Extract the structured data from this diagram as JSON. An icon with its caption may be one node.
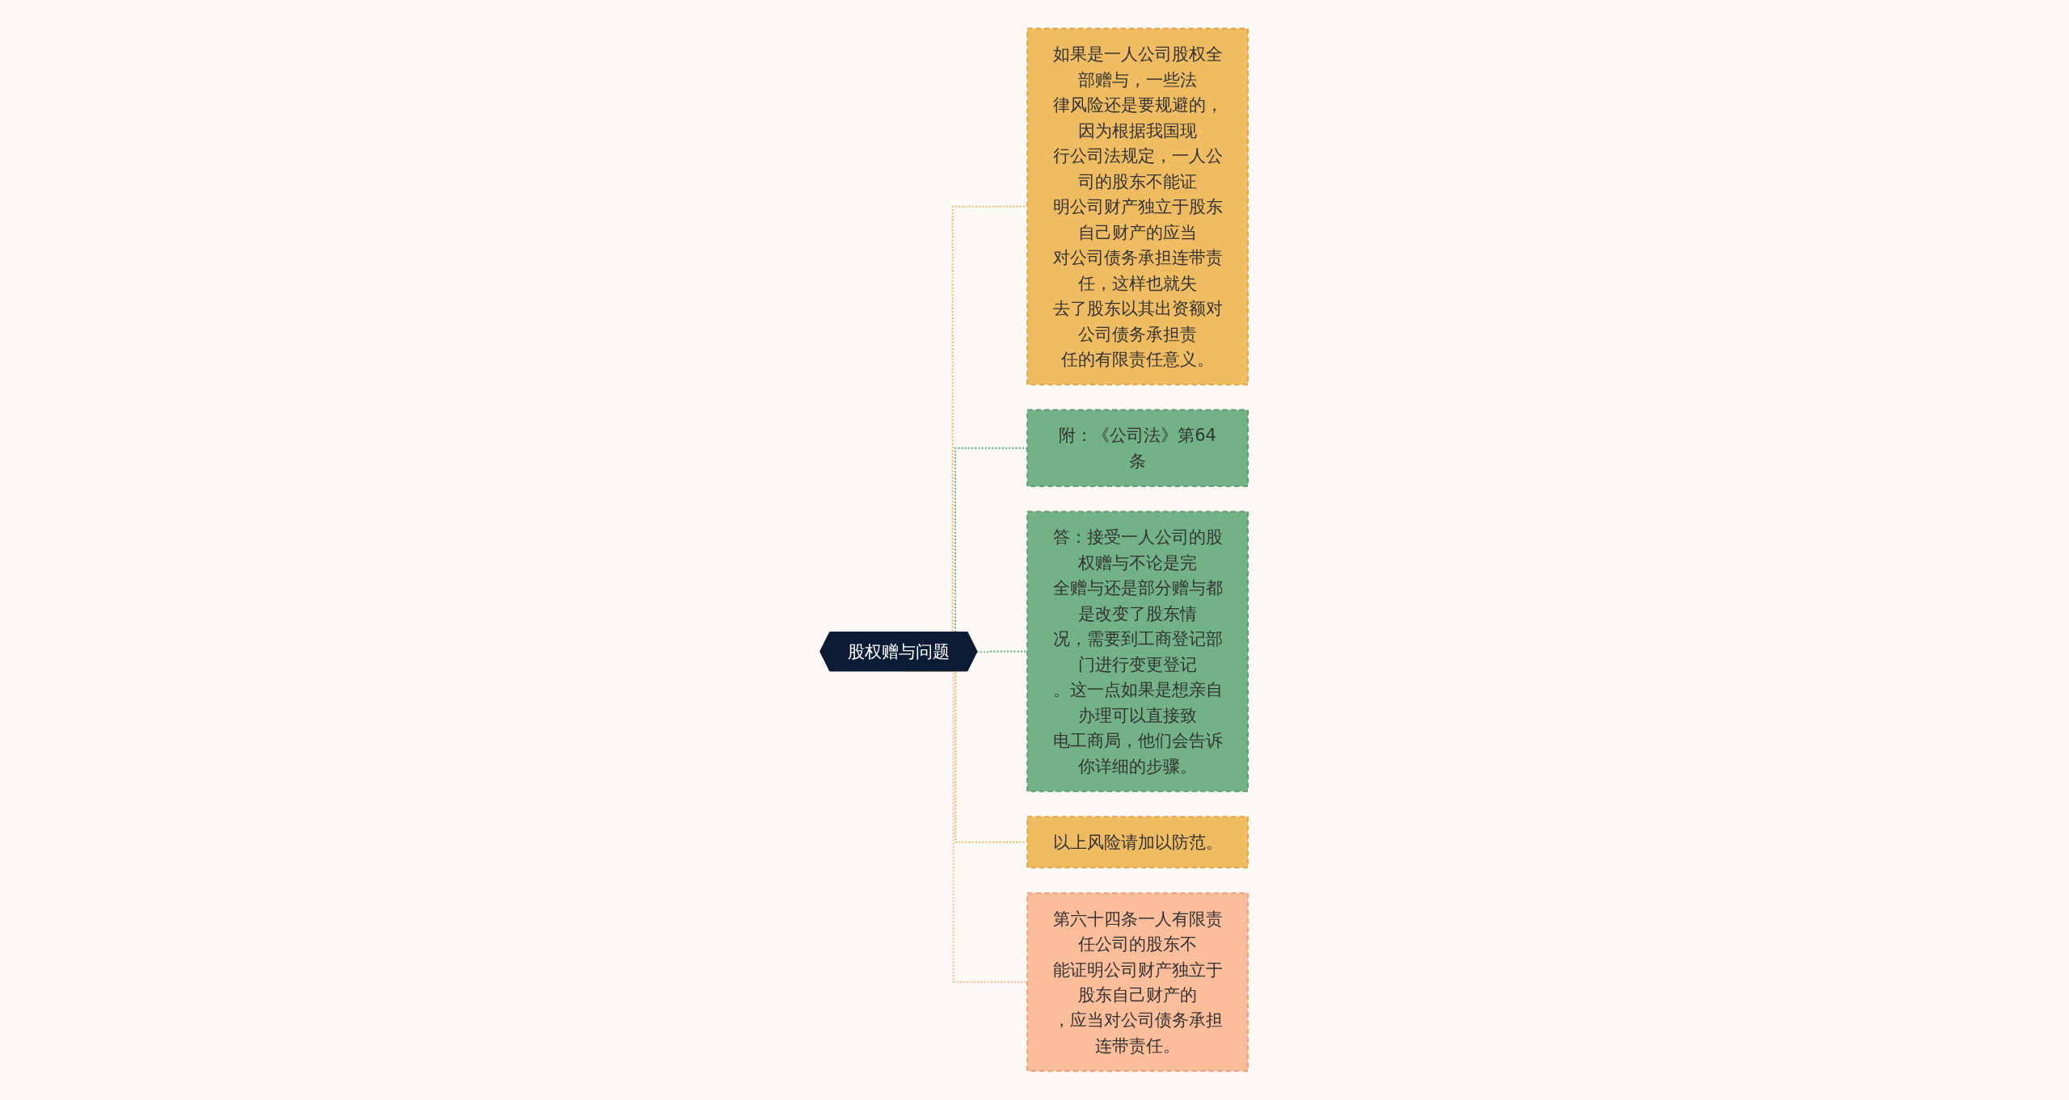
{
  "diagram": {
    "nodes": [
      {
        "text": [
          "股权赠与问题"
        ]
      },
      {
        "text": [
          "如果是一人公司股权全部赠与，一些法律风险还是要规避的，因为根据我国现行公司法规定，一人公司的股东不能证明公司财产独立于股东自己财产的应当对公司债务承担连带责任，这样也就失去了股东以其出资额对公司债务承担责任的有限责任意义。"
        ]
      },
      {
        "text": [
          "附：《公司法》第64条"
        ]
      },
      {
        "text": [
          "答：接受一人公司的股权赠与不论是完全赠与还是部分赠与都是改变了股东情况，需要到工商登记部门进行变更登记。这一点如果是想亲自办理可以直接致电工商局，他们会告诉你详细的步骤。"
        ]
      },
      {
        "text": [
          "以上风险请加以防范。"
        ]
      },
      {
        "text": [
          "第六十四条一人有限责任公司的股东不能证明公司财产独立于股东自己财产的，应当对公司债务承担连带责任。"
        ]
      }
    ],
    "edges": [
      {
        "from": 0,
        "to": 1,
        "arrow": "none",
        "style": "dashed",
        "color": "#f0bc62"
      },
      {
        "from": 0,
        "to": 2,
        "arrow": "none",
        "style": "dashed",
        "color": "#73b287"
      },
      {
        "from": 0,
        "to": 3,
        "arrow": "none",
        "style": "dashed",
        "color": "#73b287"
      },
      {
        "from": 0,
        "to": 4,
        "arrow": "none",
        "style": "dashed",
        "color": "#f0bc62"
      },
      {
        "from": 0,
        "to": 5,
        "arrow": "none",
        "style": "dashed",
        "color": "#fbbd9a"
      }
    ]
  }
}
